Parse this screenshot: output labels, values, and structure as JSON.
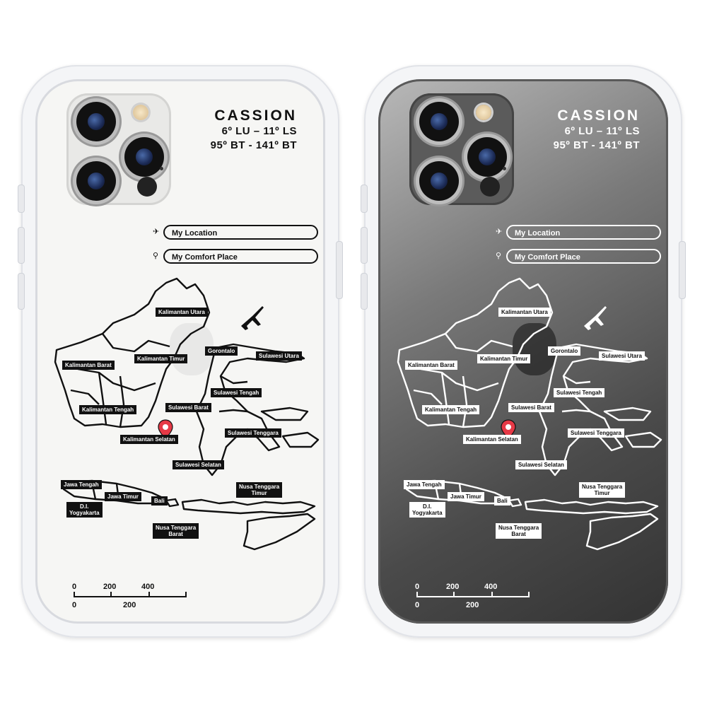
{
  "brand": "CASSION",
  "coords_line1": "6º LU – 11º LS",
  "coords_line2": "95º BT - 141º BT",
  "pills": {
    "location": "My Location",
    "comfort": "My Comfort Place"
  },
  "regions": {
    "kalimantan_utara": "Kalimantan Utara",
    "kalimantan_barat": "Kalimantan Barat",
    "kalimantan_timur": "Kalimantan Timur",
    "gorontalo": "Gorontalo",
    "sulawesi_utara": "Sulawesi Utara",
    "sulawesi_tengah": "Sulawesi Tengah",
    "kalimantan_tengah": "Kalimantan Tengah",
    "sulawesi_barat": "Sulawesi Barat",
    "sulawesi_tenggara": "Sulawesi Tenggara",
    "kalimantan_selatan": "Kalimantan Selatan",
    "sulawesi_selatan": "Sulawesi Selatan",
    "jawa_tengah": "Jawa Tengah",
    "jawa_timur": "Jawa Timur",
    "di_yogyakarta_1": "D.I.",
    "di_yogyakarta_2": "Yogyakarta",
    "bali": "Bali",
    "ntt_1": "Nusa Tenggara",
    "ntt_2": "Timur",
    "ntb_1": "Nusa Tenggara",
    "ntb_2": "Barat"
  },
  "scale": {
    "t0": "0",
    "t200": "200",
    "t400": "400",
    "b0": "0",
    "b200": "200"
  },
  "variants": [
    "clear-white",
    "clear-black"
  ],
  "colors": {
    "pin": "#e63946",
    "light_ink": "#111111",
    "dark_ink": "#ffffff"
  }
}
